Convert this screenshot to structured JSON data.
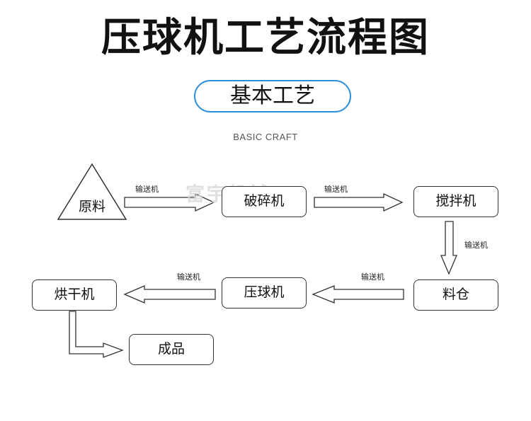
{
  "title": "压球机工艺流程图",
  "section": {
    "label": "基本工艺",
    "subtitle": "BASIC CRAFT"
  },
  "watermark": "富宇机械",
  "nodes": {
    "raw_material": "原料",
    "crusher": "破碎机",
    "mixer": "搅拌机",
    "silo": "料仓",
    "briquetting_machine": "压球机",
    "dryer": "烘干机",
    "finished_product": "成品"
  },
  "conveyor_label": "输送机",
  "colors": {
    "accent": "#2f8fd8",
    "stroke": "#333333",
    "text": "#111111"
  }
}
